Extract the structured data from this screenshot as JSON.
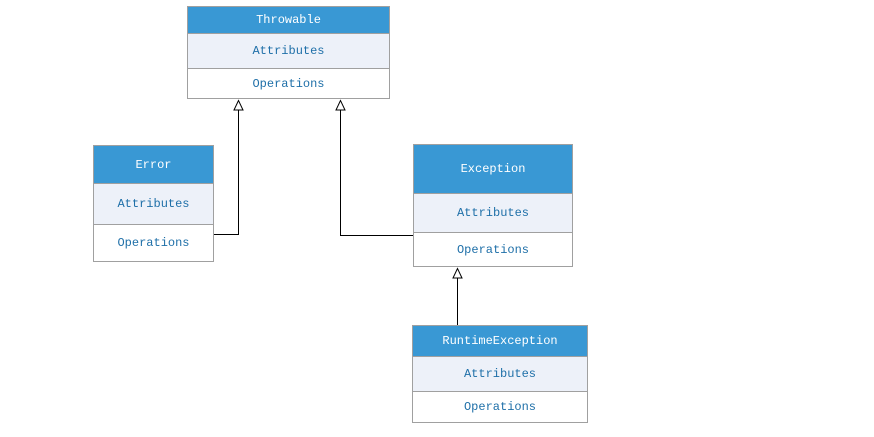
{
  "diagram": {
    "kind": "uml-class-diagram",
    "classes": [
      {
        "name": "Throwable",
        "attributes_label": "Attributes",
        "operations_label": "Operations"
      },
      {
        "name": "Error",
        "attributes_label": "Attributes",
        "operations_label": "Operations"
      },
      {
        "name": "Exception",
        "attributes_label": "Attributes",
        "operations_label": "Operations"
      },
      {
        "name": "RuntimeException",
        "attributes_label": "Attributes",
        "operations_label": "Operations"
      }
    ],
    "relations": [
      {
        "from": "Error",
        "to": "Throwable",
        "type": "generalization",
        "arrow": "hollow-triangle"
      },
      {
        "from": "Exception",
        "to": "Throwable",
        "type": "generalization",
        "arrow": "hollow-triangle"
      },
      {
        "from": "RuntimeException",
        "to": "Exception",
        "type": "generalization",
        "arrow": "hollow-triangle"
      }
    ],
    "colors": {
      "header_bg": "#3998d4",
      "header_text": "#ffffff",
      "attributes_bg": "#edf1f9",
      "operations_bg": "#ffffff",
      "body_text": "#1e6fa8",
      "border": "#a0a0a0",
      "connector": "#000000"
    }
  }
}
